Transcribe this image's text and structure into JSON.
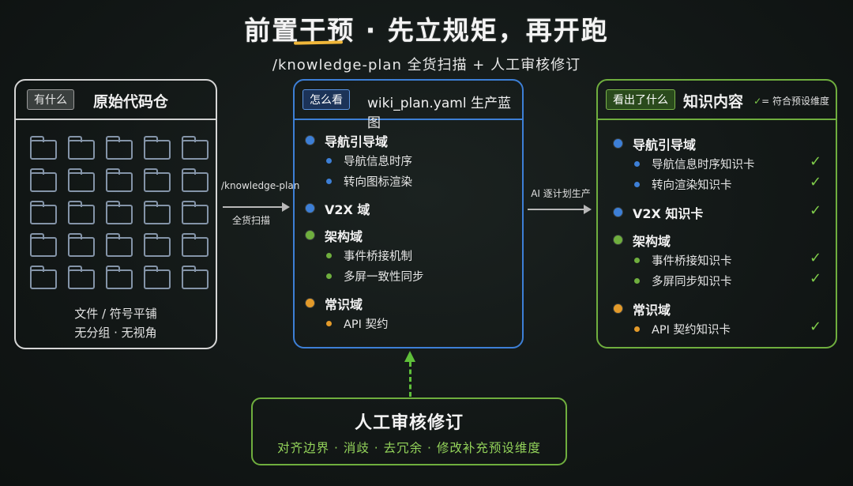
{
  "title": "前置干预 · 先立规矩，再开跑",
  "subtitle": "/knowledge-plan 全货扫描 + 人工审核修订",
  "colors": {
    "accent_yellow": "#f0b73a",
    "blue": "#3d7fd6",
    "green": "#6fae3e",
    "orange": "#e39a2a"
  },
  "left_panel": {
    "tag": "有什么",
    "title": "原始代码仓",
    "icon": "folder-icon",
    "caption_line1": "文件 / 符号平铺",
    "caption_line2": "无分组 · 无视角"
  },
  "arrow_left": {
    "line1": "/knowledge-plan",
    "line2": "全货扫描"
  },
  "middle_panel": {
    "tag": "怎么看",
    "title": "wiki_plan.yaml 生产蓝图",
    "domains": [
      {
        "name": "导航引导域",
        "color": "blue",
        "items": [
          "导航信息时序",
          "转向图标渲染"
        ]
      },
      {
        "name": "V2X 域",
        "color": "blue",
        "items": []
      },
      {
        "name": "架构域",
        "color": "green",
        "items": [
          "事件桥接机制",
          "多屏一致性同步"
        ]
      },
      {
        "name": "常识域",
        "color": "orange",
        "items": [
          "API 契约"
        ]
      }
    ]
  },
  "arrow_right": {
    "line1": "AI 逐计划生产"
  },
  "right_panel": {
    "tag": "看出了什么",
    "title": "知识内容",
    "legend_check": "✓",
    "legend_text": "= 符合预设维度",
    "domains": [
      {
        "name": "导航引导域",
        "color": "blue",
        "items": [
          "导航信息时序知识卡",
          "转向渲染知识卡"
        ]
      },
      {
        "name": "V2X 知识卡",
        "color": "blue",
        "items": []
      },
      {
        "name": "架构域",
        "color": "green",
        "items": [
          "事件桥接知识卡",
          "多屏同步知识卡"
        ]
      },
      {
        "name": "常识域",
        "color": "orange",
        "items": [
          "API 契约知识卡"
        ]
      }
    ],
    "check_mark": "✓"
  },
  "bottom_panel": {
    "title": "人工审核修订",
    "subtitle": "对齐边界 · 消歧 · 去冗余 · 修改补充预设维度"
  }
}
